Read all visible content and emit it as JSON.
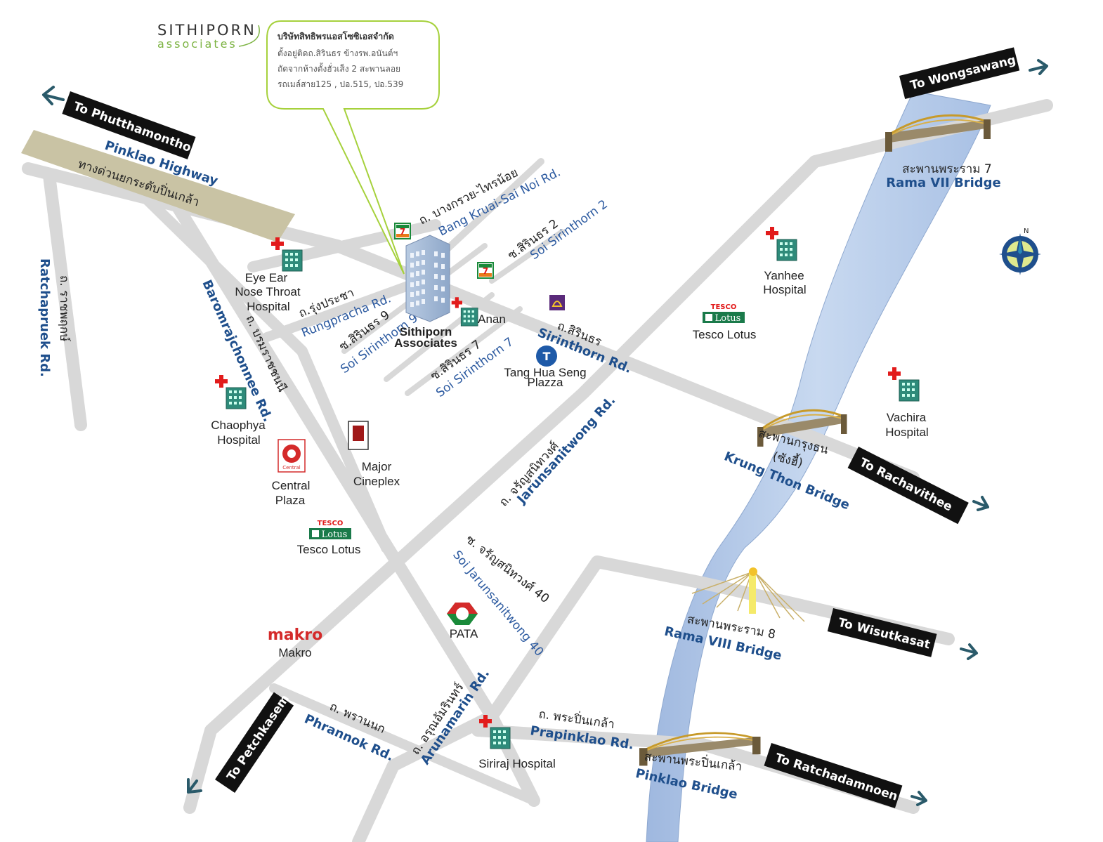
{
  "logo": {
    "main": "SITHIPORN",
    "sub": "associates"
  },
  "callout": {
    "title": "บริษัทสิทธิพรแอสโซซิเอสจำกัด",
    "lines": [
      "ตั้งอยู่ติดถ.สิรินธร   ข้างรพ.อนันต์ฯ",
      "ถัดจากห้างตั้งฮั่วเส็ง  2 สะพานลอย",
      "รถเมล์สาย125 , ปอ.515, ปอ.539"
    ]
  },
  "directions": {
    "phutthamonthon": "To Phutthamonthon",
    "wongsawang": "To Wongsawang",
    "rachavithee": "To Rachavithee",
    "wisutkasat": "To Wisutkasat",
    "ratchadamnoen": "To Ratchadamnoen",
    "petchkasem": "To Petchkasem"
  },
  "roads": {
    "pinklao_highway_en": "Pinklao Highway",
    "pinklao_highway_th": "ทางด่วนยกระดับปิ่นเกล้า",
    "ratchapruek_th": "ถ. ราชพฤกษ์",
    "ratchapruek_en": "Ratchapruek Rd.",
    "baromrajchonnee_en": "Baromrajchonnee Rd.",
    "baromrajchonnee_th": "ถ. บรมราชชนนี",
    "rungpracha_th": "ถ.รุ่งประชา",
    "rungpracha_en": "Rungpracha Rd.",
    "soi9_th": "ซ.สิรินธร 9",
    "soi9_en": "Soi Sirinthorn 9",
    "soi7_th": "ซ.สิรินธร 7",
    "soi7_en": "Soi Sirinthorn 7",
    "bangkruai_th": "ถ. บางกรวย-ไทรน้อย",
    "bangkruai_en": "Bang Kruai-Sai Noi Rd.",
    "soi2_th": "ซ.สิรินธร 2",
    "soi2_en": "Soi Sirinthorn 2",
    "sirinthorn_th": "ถ.สิรินธร",
    "sirinthorn_en": "Sirinthorn Rd.",
    "jarunsanitwong_th": "ถ. จรัญสนิทวงศ์",
    "jarunsanitwong_en": "Jarunsanitwong Rd.",
    "soi40_th": "ซ. จรัญสนิทวงศ์ 40",
    "soi40_en": "Soi Jarunsanitwong 40",
    "phrannok_th": "ถ. พรานนก",
    "phrannok_en": "Phrannok Rd.",
    "arunamarin_th": "ถ. อรุณอัมรินทร์",
    "arunamarin_en": "Arunamarin Rd.",
    "prapinklao_th": "ถ. พระปิ่นเกล้า",
    "prapinklao_en": "Prapinklao Rd."
  },
  "bridges": {
    "rama7_th": "สะพานพระราม 7",
    "rama7_en": "Rama VII Bridge",
    "krungthon_th1": "สะพานกรุงธน",
    "krungthon_th2": "(ซังฮี้)",
    "krungthon_en": "Krung Thon Bridge",
    "rama8_th": "สะพานพระราม 8",
    "rama8_en": "Rama VIII Bridge",
    "pinklao_th": "สะพานพระปิ่นเกล้า",
    "pinklao_en": "Pinklao Bridge"
  },
  "places": {
    "eent_1": "Eye Ear",
    "eent_2": "Nose Throat",
    "eent_3": "Hospital",
    "chaophya_1": "Chaophya",
    "chaophya_2": "Hospital",
    "central_1": "Central",
    "central_2": "Plaza",
    "major_1": "Major",
    "major_2": "Cineplex",
    "tesco_left": "Tesco Lotus",
    "makro_logo": "makro",
    "makro": "Makro",
    "pata": "PATA",
    "siriraj": "Siriraj Hospital",
    "sithiporn_1": "Sithiporn",
    "sithiporn_2": "Associates",
    "anan": "Anan",
    "tanghua_1": "Tang Hua Seng",
    "tanghua_2": "Plazza",
    "yanhee_1": "Yanhee",
    "yanhee_2": "Hospital",
    "tesco_right": "Tesco Lotus",
    "vachira_1": "Vachira",
    "vachira_2": "Hospital",
    "tesco_brand": "TESCO",
    "lotus_brand": "Lotus",
    "seven_eleven": "7"
  },
  "colors": {
    "road": "#d8d8d8",
    "river": "#b8cde8",
    "expressway": "#c9c3a4",
    "callout_border": "#a6d13c",
    "road_label_blue": "#2c5aa0",
    "hospital_red": "#e21b1b"
  },
  "icons": [
    "hospital-icon",
    "building-icon",
    "bridge-icon",
    "compass-icon",
    "seven-eleven-icon",
    "bank-icon",
    "tesco-lotus-icon",
    "central-icon",
    "major-icon",
    "makro-icon",
    "pata-icon",
    "tanghua-icon"
  ]
}
